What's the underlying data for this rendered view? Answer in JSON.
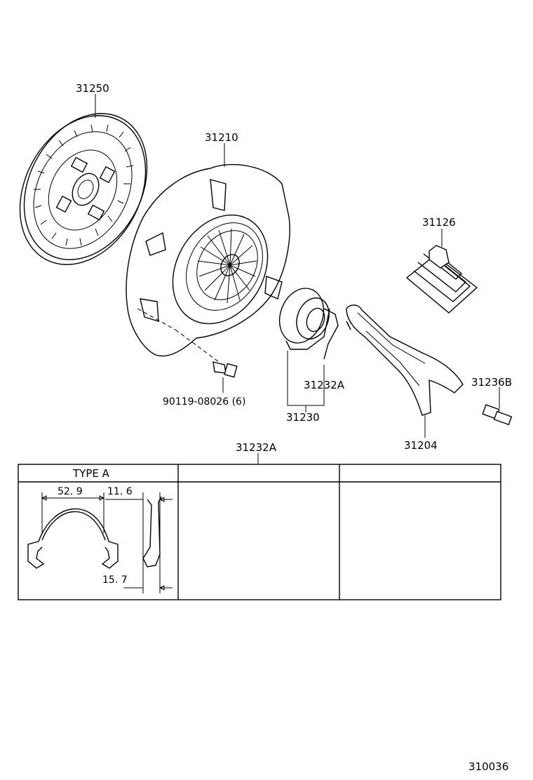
{
  "parts": {
    "clutch_disc": "31250",
    "clutch_cover": "31210",
    "cover_bolt": "90119-08026 (6)",
    "release_boot": "31126",
    "bearing_clip": "31232A",
    "bearing_hub_assembly": "31230",
    "release_fork": "31204",
    "fork_support": "31236B"
  },
  "table": {
    "header_label": "31232A",
    "column_title": "TYPE  A",
    "dimensions": {
      "width": "52. 9",
      "depth": "11. 6",
      "height": "15. 7"
    }
  },
  "diagram_number": "310036"
}
